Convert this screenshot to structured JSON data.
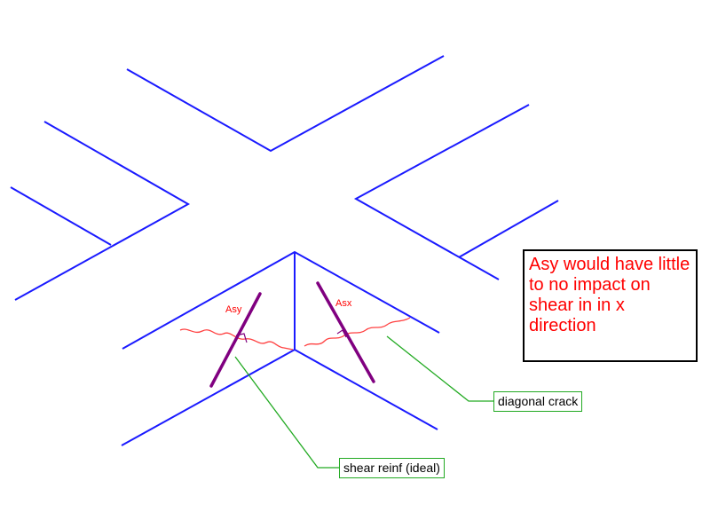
{
  "note": {
    "text": "Asy would have little to no impact on shear in in x direction",
    "color": "#ff0000"
  },
  "callouts": {
    "diagonal_crack": "diagonal crack",
    "shear_reinf": "shear reinf (ideal)",
    "leader_color": "#22aa22"
  },
  "rebar_labels": {
    "asy": "Asy",
    "asx": "Asx"
  },
  "colors": {
    "structure": "#1a1aff",
    "reinforcement": "#800080",
    "crack": "#ff4040"
  }
}
